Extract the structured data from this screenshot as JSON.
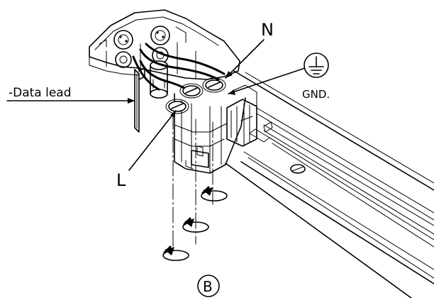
{
  "labels": {
    "data_lead": "-Data lead",
    "neutral": "N",
    "ground": "GND.",
    "live": "L",
    "view": "B"
  },
  "icons": {
    "ground": "ground-symbol-icon",
    "rotation": "rotation-arrow-icon"
  },
  "colors": {
    "ink": "#000000",
    "paper": "#ffffff"
  }
}
